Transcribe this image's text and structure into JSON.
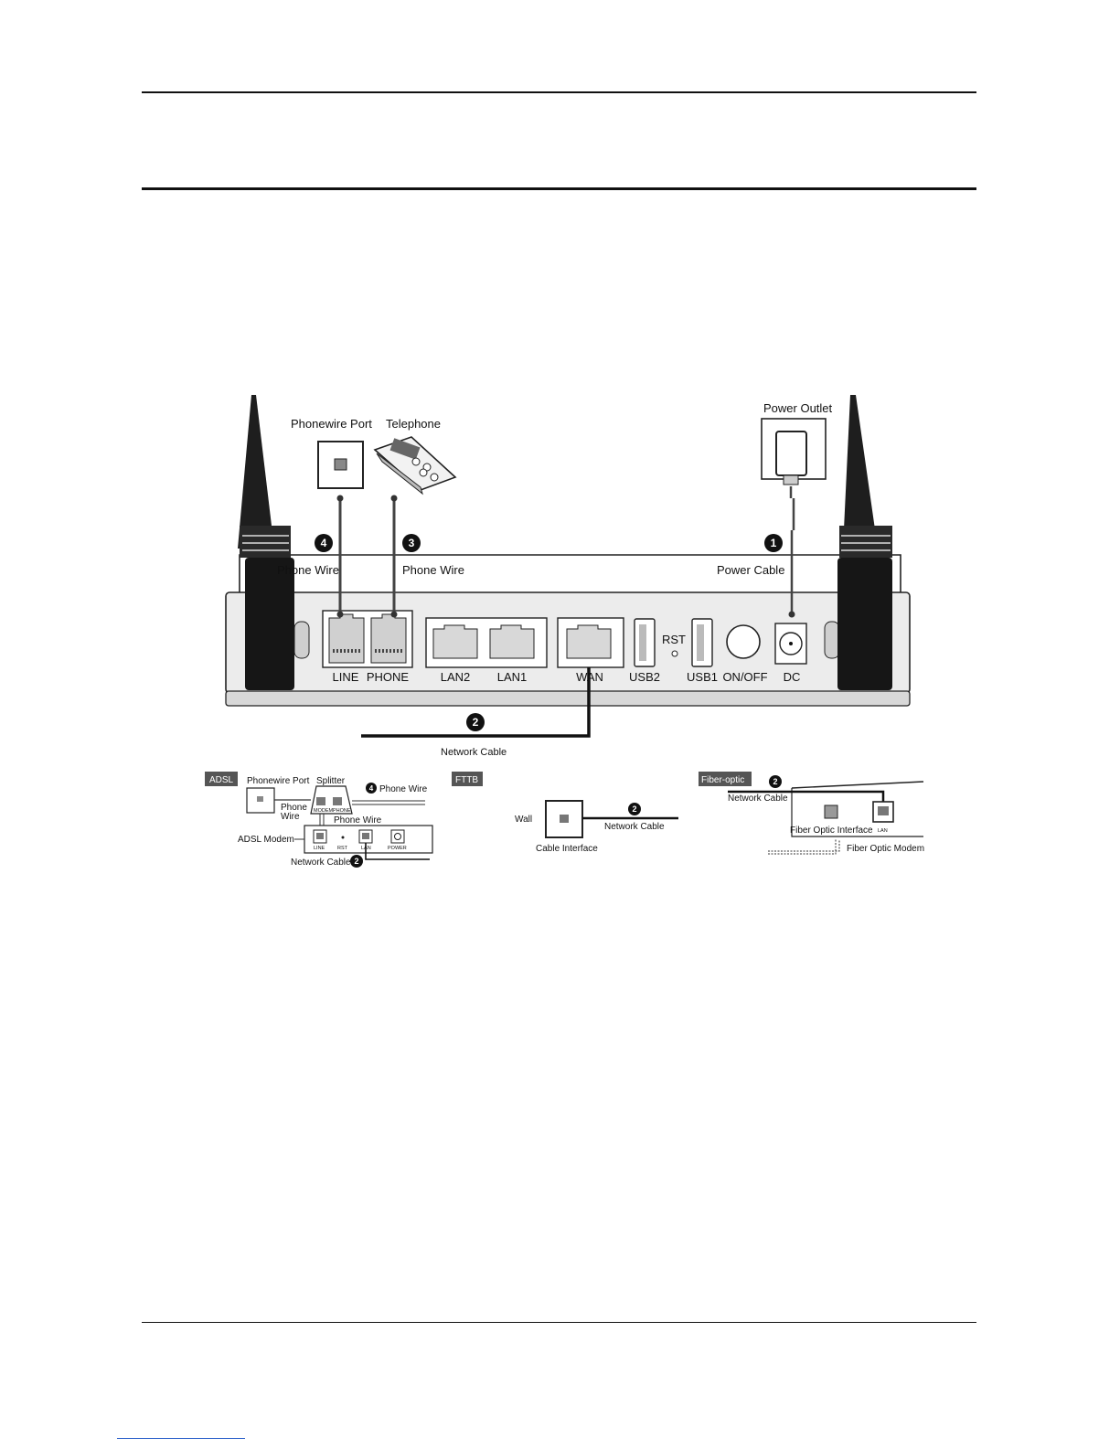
{
  "router": {
    "ports": {
      "line": "LINE",
      "phone": "PHONE",
      "lan2": "LAN2",
      "lan1": "LAN1",
      "wan": "WAN",
      "usb2": "USB2",
      "rst": "RST",
      "usb1": "USB1",
      "onoff": "ON/OFF",
      "dc": "DC"
    }
  },
  "connections": {
    "phonewire_port": "Phonewire Port",
    "telephone": "Telephone",
    "power_outlet": "Power Outlet",
    "phone_wire_4": "Phone Wire",
    "phone_wire_3": "Phone Wire",
    "power_cable": "Power Cable",
    "network_cable": "Network Cable",
    "step_1": "1",
    "step_2": "2",
    "step_3": "3",
    "step_4": "4"
  },
  "adsl": {
    "tag": "ADSL",
    "phonewire_port": "Phonewire Port",
    "splitter": "Splitter",
    "phone_wire_top": "Phone Wire",
    "phone_wire_left_1": "Phone",
    "phone_wire_left_2": "Wire",
    "phone_wire_mid": "Phone Wire",
    "modem_label": "ADSL Modem",
    "splitter_modem": "MODEM",
    "splitter_phone": "PHONE",
    "modem_line": "LINE",
    "modem_rst": "RST",
    "modem_lan": "LAN",
    "modem_power": "POWER",
    "network_cable": "Network Cable",
    "step_4": "4",
    "step_2": "2"
  },
  "fttb": {
    "tag": "FTTB",
    "wall": "Wall",
    "network_cable": "Network Cable",
    "cable_interface": "Cable Interface",
    "step_2": "2"
  },
  "fiber": {
    "tag": "Fiber-optic",
    "network_cable": "Network Cable",
    "interface": "Fiber Optic Interface",
    "lan": "LAN",
    "modem": "Fiber Optic Modem",
    "step_2": "2"
  }
}
